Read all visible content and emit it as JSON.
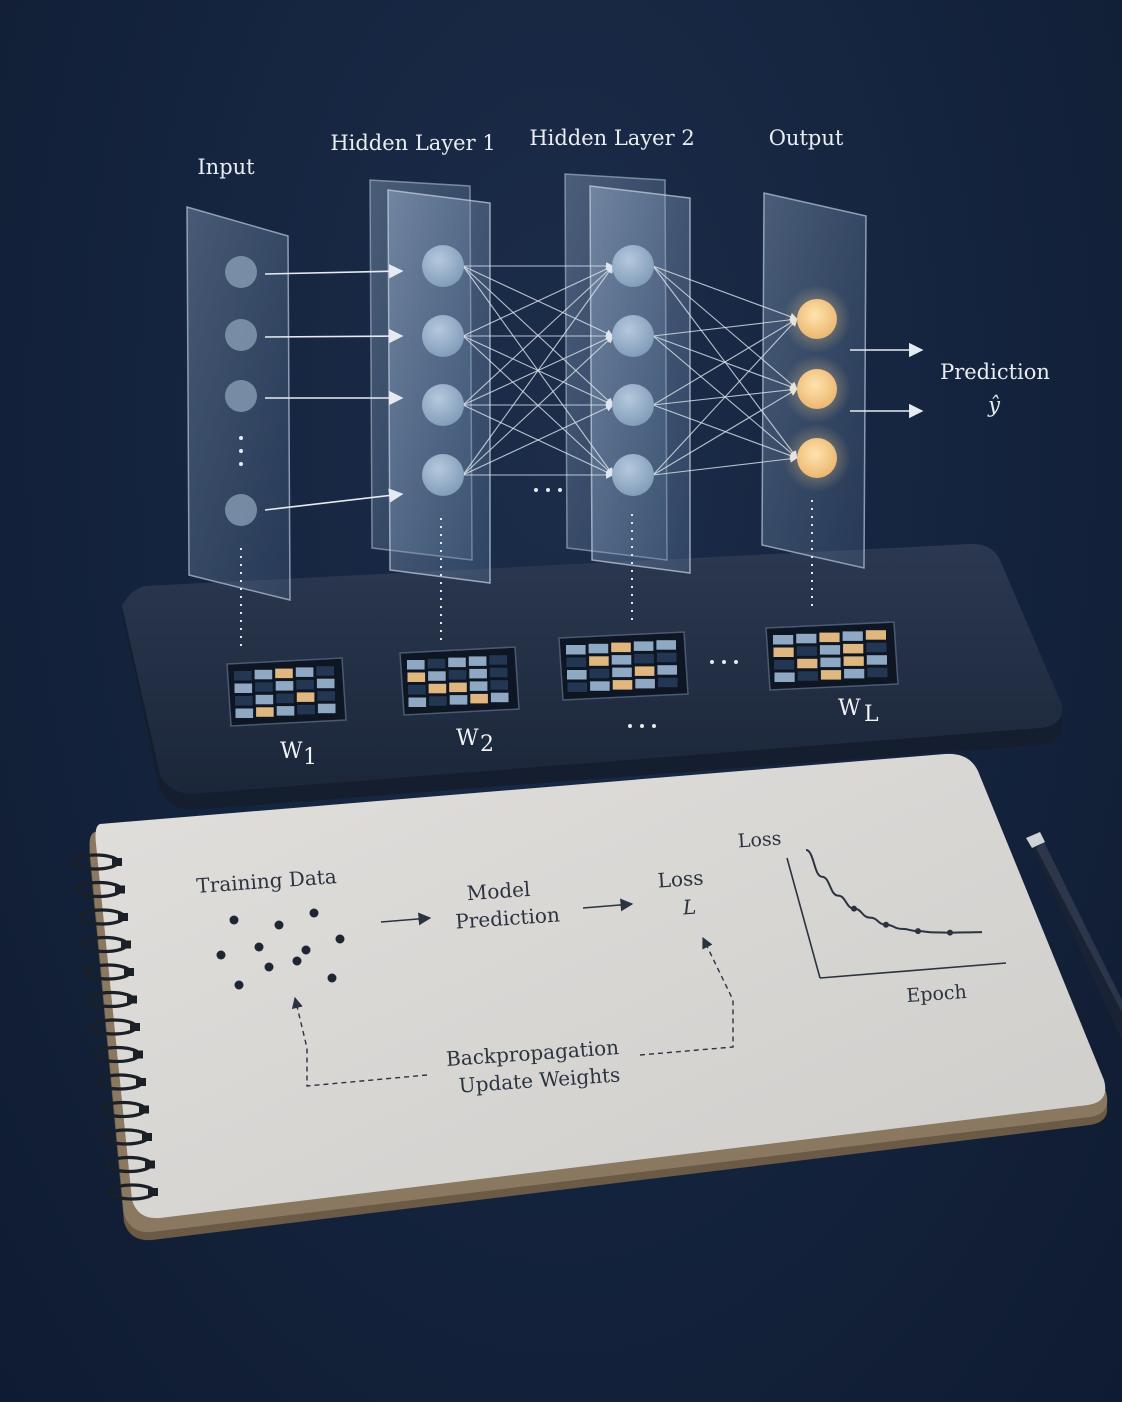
{
  "network": {
    "layers": [
      "Input",
      "Hidden Layer 1",
      "Hidden Layer 2",
      "Output"
    ],
    "output_label": "Prediction",
    "output_symbol": "ŷ",
    "ellipsis": "...",
    "weights": {
      "w1": {
        "base": "W",
        "sub": "1"
      },
      "w2": {
        "base": "W",
        "sub": "2"
      },
      "wl": {
        "base": "W",
        "sub": "L"
      }
    }
  },
  "notebook": {
    "training_data": "Training Data",
    "model": "Model",
    "prediction": "Prediction",
    "loss": "Loss",
    "loss_symbol": "L",
    "backprop": "Backpropagation",
    "update": "Update Weights"
  },
  "chart_data": {
    "type": "line",
    "title": "",
    "xlabel": "Epoch",
    "ylabel": "Loss",
    "series": [
      {
        "values": [
          1.0,
          0.72,
          0.52,
          0.38,
          0.28,
          0.2,
          0.15,
          0.12,
          0.1,
          0.09,
          0.085,
          0.08
        ]
      }
    ],
    "grid": false
  },
  "colors": {
    "background": "#14233d",
    "platform": "#1f2c42",
    "neuron": "#8fa9c4",
    "output_neuron": "#f3c47e",
    "matrix_blue": "#8fa9c4",
    "matrix_dark": "#233752",
    "matrix_gold": "#e0b77e",
    "paper": "#d9d8d5"
  }
}
